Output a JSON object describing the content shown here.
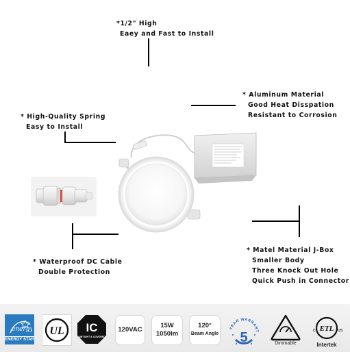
{
  "callouts": {
    "height": {
      "line1": "*1/2\" High",
      "line2": "Eaey and Fast to Install"
    },
    "aluminum": {
      "line1": "* Aluminum Material",
      "line2": "Good Heat Disspation",
      "line3": "Resistant to Corrosion"
    },
    "spring": {
      "line1": "* High-Quality Spring",
      "line2": "Easy to Install"
    },
    "cable": {
      "line1": "* Waterproof DC Cable",
      "line2": "Double Protection"
    },
    "jbox": {
      "line1": "* Matel Material J-Box",
      "line2": "Smaller Body",
      "line3": "Three Knock Out Hole",
      "line4": "Quick Push in Connector"
    }
  },
  "badges": {
    "energy_star": {
      "script": "energy",
      "label": "ENERGY STAR"
    },
    "ul": {
      "label": "UL"
    },
    "ic": {
      "big": "IC",
      "small": "AIRTIGHT & COVERED"
    },
    "voltage": {
      "label": "120VAC"
    },
    "power": {
      "watts": "15W",
      "lumens": "1050lm"
    },
    "beam": {
      "degrees": "120°",
      "label": "Beam Angle"
    },
    "warranty": {
      "arc": "YEAR WARRANTY",
      "digit": "5"
    },
    "dimmable": {
      "label": "Dimmable"
    },
    "etl": {
      "label": "ETL",
      "c": "c",
      "us": "us",
      "brand": "Intertek"
    }
  },
  "colors": {
    "energy_blue": "#2a7bbf",
    "warranty_blue": "#2e62b3",
    "black": "#111111"
  }
}
